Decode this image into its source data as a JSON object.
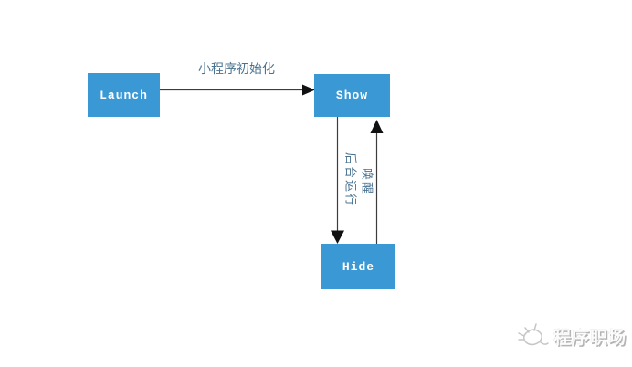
{
  "diagram": {
    "type": "state-flow",
    "nodes": [
      {
        "id": "launch",
        "label": "Launch"
      },
      {
        "id": "show",
        "label": "Show"
      },
      {
        "id": "hide",
        "label": "Hide"
      }
    ],
    "edges": [
      {
        "from": "Launch",
        "to": "Show",
        "direction": "right",
        "label": "小程序初始化"
      },
      {
        "from": "Show",
        "to": "Hide",
        "direction": "down",
        "label": "后台运行"
      },
      {
        "from": "Hide",
        "to": "Show",
        "direction": "up",
        "label": "唤醒"
      }
    ],
    "colors": {
      "node_fill": "#3a98d5",
      "node_text": "#ffffff",
      "edge_label": "#4a7391",
      "arrow_line": "#3c3c3c",
      "arrow_head": "#111111",
      "background": "#ffffff"
    }
  },
  "watermark": {
    "icon": "cat-sketch-logo-icon",
    "text": "程序职场"
  }
}
